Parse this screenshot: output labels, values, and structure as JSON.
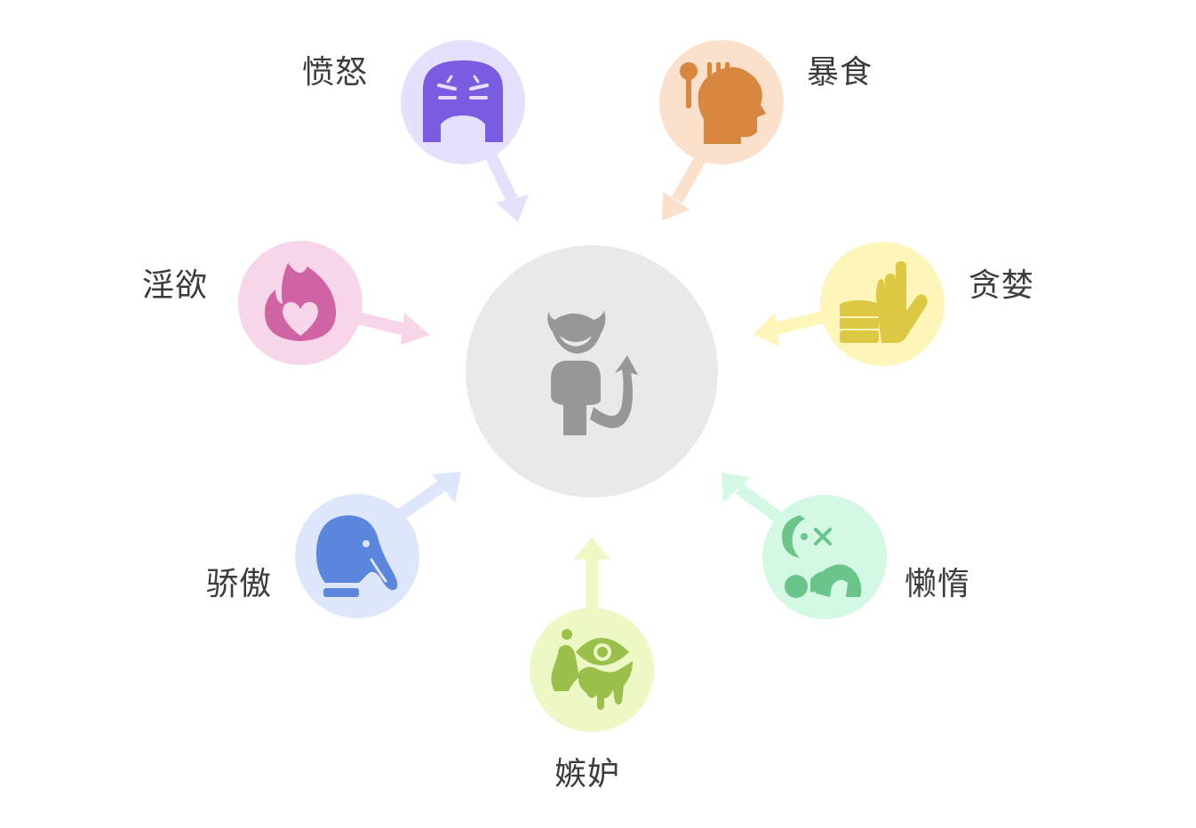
{
  "center": {
    "name": "devil",
    "icon": "devil-icon",
    "circle_color": "#e9e9e9",
    "icon_color": "#979797"
  },
  "sins": [
    {
      "id": "anger",
      "label": "愤怒",
      "icon": "angry-face-icon",
      "circle_color": "#e5e1fc",
      "icon_color": "#7a5ce0",
      "arrow_color": "#e5e1fc"
    },
    {
      "id": "gluttony",
      "label": "暴食",
      "icon": "head-with-utensils-icon",
      "circle_color": "#fbe1cb",
      "icon_color": "#d7873f",
      "arrow_color": "#fbe1cb"
    },
    {
      "id": "lust",
      "label": "淫欲",
      "icon": "heart-flame-icon",
      "circle_color": "#f8d6ea",
      "icon_color": "#cf63a3",
      "arrow_color": "#f8d6ea"
    },
    {
      "id": "greed",
      "label": "贪婪",
      "icon": "hand-with-coins-icon",
      "circle_color": "#fdf6b8",
      "icon_color": "#dcc842",
      "arrow_color": "#fdf6b8"
    },
    {
      "id": "pride",
      "label": "骄傲",
      "icon": "elephant-boxing-glove-icon",
      "circle_color": "#dde6fb",
      "icon_color": "#5b86de",
      "arrow_color": "#dde6fb"
    },
    {
      "id": "sloth",
      "label": "懒惰",
      "icon": "sleeping-person-icon",
      "circle_color": "#d3f8e3",
      "icon_color": "#6ac58b",
      "arrow_color": "#d3f8e3"
    },
    {
      "id": "envy",
      "label": "嫉妒",
      "icon": "envious-eye-icon",
      "circle_color": "#ecf9c4",
      "icon_color": "#9bbf4b",
      "arrow_color": "#ecf9c4"
    }
  ]
}
